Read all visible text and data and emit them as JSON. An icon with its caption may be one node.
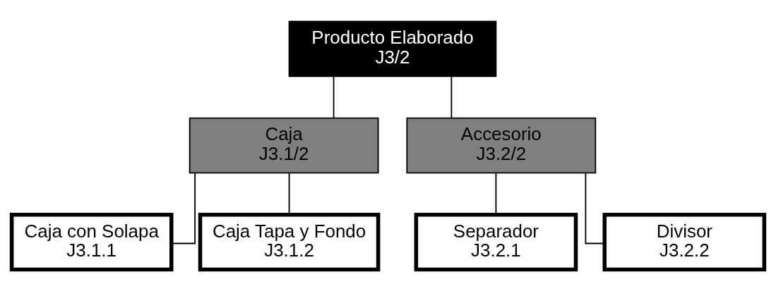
{
  "diagram": {
    "nodes": [
      {
        "text": [
          "Producto Elaborado",
          "J3/2"
        ]
      },
      {
        "text": [
          "Caja",
          "J3.1/2"
        ]
      },
      {
        "text": [
          "Accesorio",
          "J3.2/2"
        ]
      },
      {
        "text": [
          "Caja con Solapa",
          "J3.1.1"
        ]
      },
      {
        "text": [
          "Caja Tapa y Fondo",
          "J3.1.2"
        ]
      },
      {
        "text": [
          "Separador",
          "J3.2.1"
        ]
      },
      {
        "text": [
          "Divisor",
          "J3.2.2"
        ]
      }
    ],
    "edges": [
      {
        "from": 0,
        "to": 1,
        "arrow": "none"
      },
      {
        "from": 0,
        "to": 2,
        "arrow": "none"
      },
      {
        "from": 1,
        "to": 3,
        "arrow": "none"
      },
      {
        "from": 1,
        "to": 4,
        "arrow": "none"
      },
      {
        "from": 2,
        "to": 5,
        "arrow": "none"
      },
      {
        "from": 2,
        "to": 6,
        "arrow": "none"
      }
    ]
  }
}
